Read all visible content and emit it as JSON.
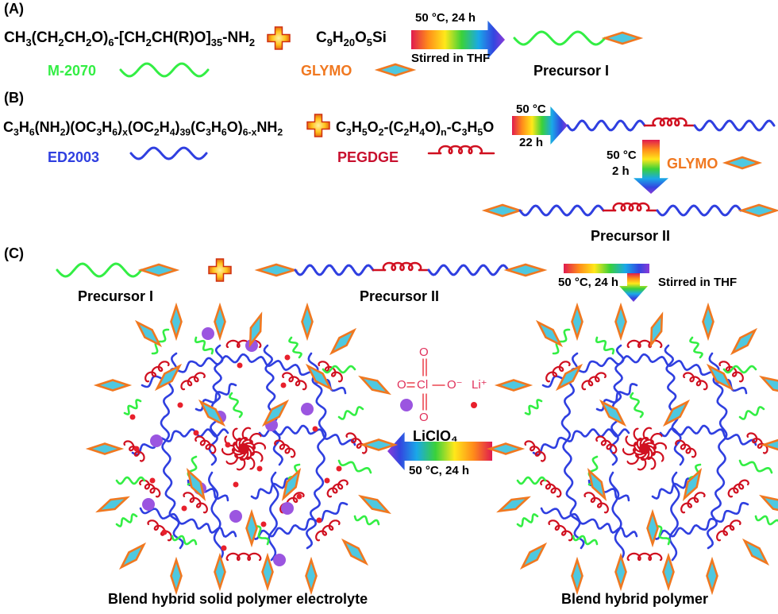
{
  "panels": {
    "a": {
      "label": "(A)",
      "reactant1": {
        "pre": "CH",
        "s1": "3",
        "m1": "(CH",
        "s2": "2",
        "m2": "CH",
        "s3": "2",
        "m3": "O)",
        "s4": "6",
        "m4": "-[CH",
        "s5": "2",
        "m5": "CH(R)O]",
        "s6": "35",
        "m6": "-NH",
        "s7": "2"
      },
      "reactant1_name": "M-2070",
      "reactant2": {
        "pre": "C",
        "s1": "9",
        "m1": "H",
        "s2": "20",
        "m2": "O",
        "s3": "5",
        "m3": "Si"
      },
      "reactant2_name": "GLYMO",
      "condition_top": "50 °C, 24 h",
      "condition_bottom": "Stirred in THF",
      "product": "Precursor I"
    },
    "b": {
      "label": "(B)",
      "reactant1": {
        "pre": "C",
        "s1": "3",
        "m1": "H",
        "s2": "6",
        "m2": "(NH",
        "s3": "2",
        "m3": ")(OC",
        "s4": "3",
        "m4": "H",
        "s5": "6",
        "m5": ")",
        "s6": "x",
        "m6": "(OC",
        "s7": "2",
        "m7": "H",
        "s8": "4",
        "m8": ")",
        "s9": "39",
        "m9": "(C",
        "s10": "3",
        "m10": "H",
        "s11": "6",
        "m11": "O)",
        "s12": "6-x",
        "m12": "NH",
        "s13": "2"
      },
      "reactant1_name": "ED2003",
      "reactant2": {
        "pre": "C",
        "s1": "3",
        "m1": "H",
        "s2": "5",
        "m2": "O",
        "s3": "2",
        "m3": "-(C",
        "s4": "2",
        "m4": "H",
        "s5": "4",
        "m5": "O)",
        "s6": "n",
        "m6": "-C",
        "s7": "3",
        "m7": "H",
        "s8": "5",
        "m8": "O"
      },
      "reactant2_name": "PEGDGE",
      "condition1_top": "50 °C",
      "condition1_bottom": "22 h",
      "condition2_top": "50 °C",
      "condition2_bottom": "2 h",
      "reagent": "GLYMO",
      "product": "Precursor II"
    },
    "c": {
      "label": "(C)",
      "reactant1": "Precursor I",
      "reactant2": "Precursor II",
      "condition_left": "50 °C, 24 h",
      "condition_right": "Stirred in THF",
      "salt_name": "LiClO₄",
      "salt_condition": "50 °C, 24 h",
      "perchlorate": {
        "o": "O",
        "cl": "Cl",
        "ominus": "O⁻",
        "li": "Li⁺"
      },
      "left_product": "Blend hybrid solid polymer electrolyte",
      "right_product": "Blend hybrid polymer"
    }
  },
  "colors": {
    "m2070": "#33ee44",
    "ed2003": "#2f3fe0",
    "pegdge": "#d01020",
    "glymo_fill": "#4ec8e0",
    "glymo_stroke": "#f07820",
    "anion": "#9b55e0",
    "lithium": "#e8202c",
    "plus_outer": "#d03010",
    "plus_inner": "#ffd040"
  }
}
